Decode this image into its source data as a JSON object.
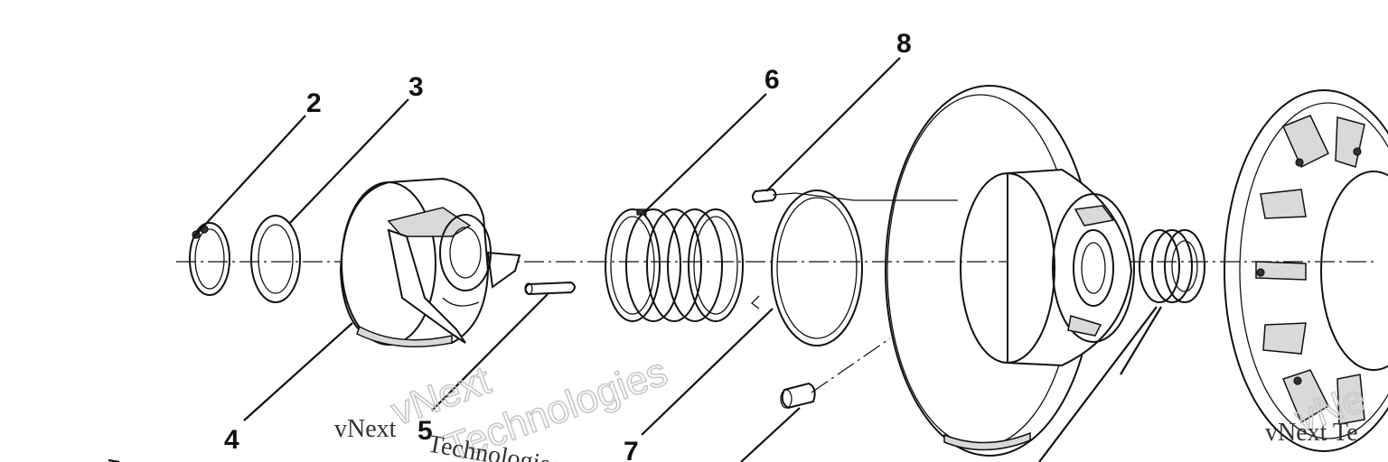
{
  "callouts": {
    "c2": "2",
    "c3": "3",
    "c4": "4",
    "c5": "5",
    "c6": "6",
    "c7": "7",
    "c8": "8"
  },
  "watermarks": {
    "w1_outline": "vNext",
    "w1_text_a": "vNext",
    "w1_text_b": "Technologies",
    "w2_outline": "Technologies",
    "w3_text": "vNext Te",
    "w3_outline": "vNe"
  },
  "colors": {
    "line": "#111111",
    "watermark": "#c8c8c8"
  }
}
